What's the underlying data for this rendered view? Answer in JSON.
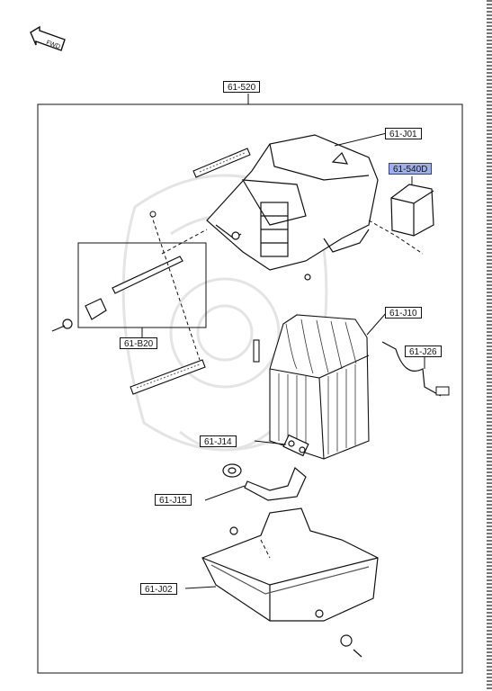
{
  "fwd_label": "FWD",
  "callouts": {
    "assembly": "61-520",
    "case_upper": "61-J01",
    "filter_module": "61-540D",
    "evaporator": "61-J10",
    "sensor": "61-J26",
    "linkage": "61-B20",
    "expansion_valve": "61-J14",
    "pipe": "61-J15",
    "case_lower": "61-J02"
  },
  "colors": {
    "line": "#111111",
    "highlight": "#9fb0e8",
    "watermark": "#e6e6e6"
  }
}
